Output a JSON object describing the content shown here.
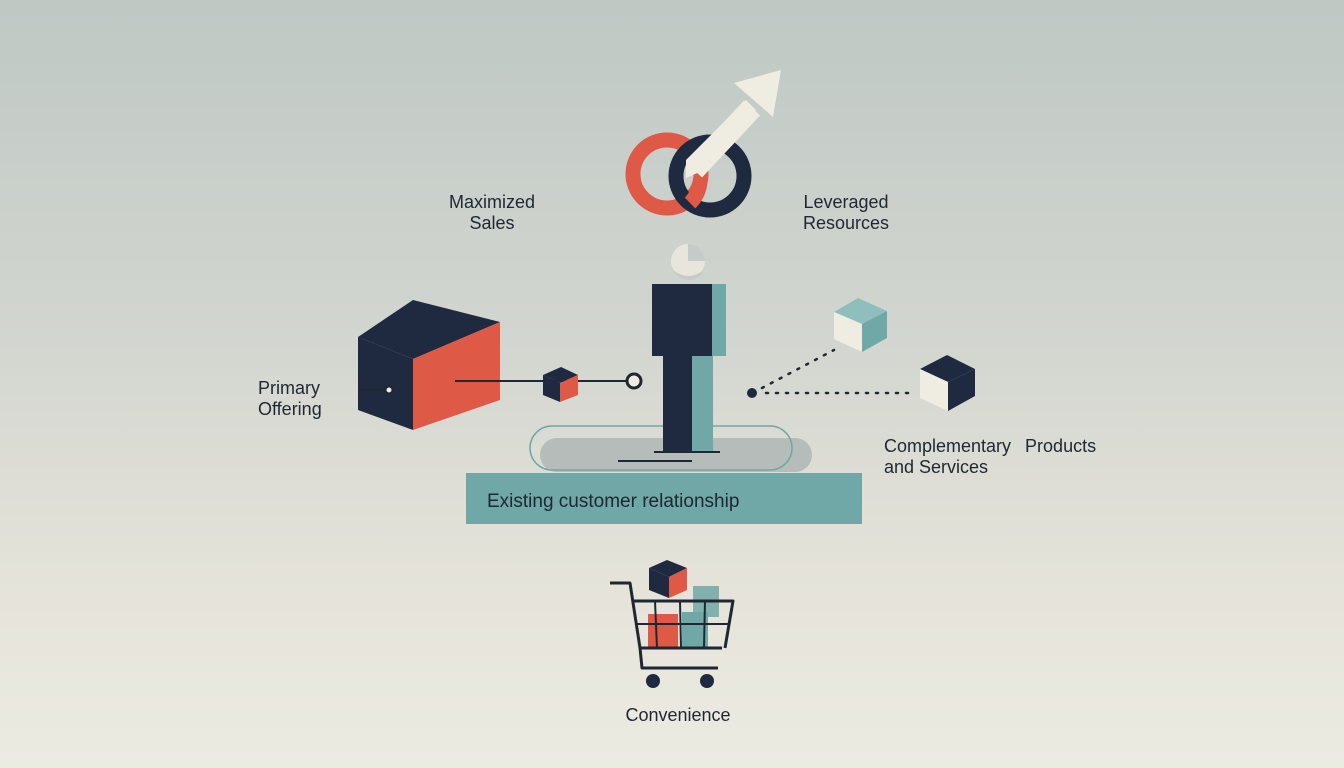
{
  "labels": {
    "maximized_sales": [
      "Maximized",
      "Sales"
    ],
    "leveraged_resources": [
      "Leveraged",
      "Resources"
    ],
    "primary_offering": [
      "Primary",
      "Offering"
    ],
    "complementary": [
      "Complementary",
      "Products",
      "and Services"
    ],
    "existing_relationship": "Existing customer relationship",
    "convenience": "Convenience"
  },
  "colors": {
    "navy": "#1f2a40",
    "coral": "#de5a47",
    "teal": "#6fa8a6",
    "cream": "#efece2",
    "light_gray": "#c5cbc8",
    "dark_line": "#1f2733"
  },
  "icons": [
    "interlocking-rings-icon",
    "growth-arrow-icon",
    "person-figure-icon",
    "primary-offering-cube-icon",
    "small-cube-icon",
    "teal-cube-icon",
    "navy-cube-icon",
    "shopping-cart-icon"
  ]
}
